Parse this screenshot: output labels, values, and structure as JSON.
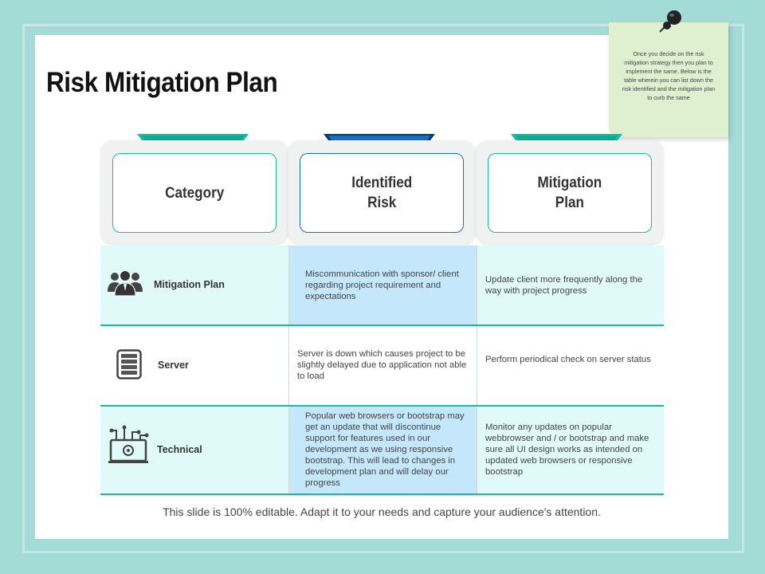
{
  "title": "Risk Mitigation Plan",
  "note": "Once you decide on the risk mitigation strategy then you plan to implement the same. Below is the table wherein you can list down the risk identified and the mitigation plan to curb the same",
  "headers": {
    "category": "Category",
    "risk_line1": "Identified",
    "risk_line2": "Risk",
    "plan_line1": "Mitigation",
    "plan_line2": "Plan"
  },
  "rows": [
    {
      "category": "Mitigation Plan",
      "icon": "people-icon",
      "risk": "Miscommunication with sponsor/ client regarding project requirement and expectations",
      "plan": "Update client more frequently along the way with project progress"
    },
    {
      "category": "Server",
      "icon": "server-icon",
      "risk": "Server is down which causes project to be slightly delayed due to application not able to load",
      "plan": "Perform periodical check on server status"
    },
    {
      "category": "Technical",
      "icon": "circuit-icon",
      "risk": "Popular web browsers or bootstrap may get an update that will discontinue support for features used in our development as we using responsive bootstrap. This will lead to changes in development plan and will delay our progress",
      "plan": "Monitor any updates on popular webbrowser and / or bootstrap and make sure all UI design works as intended on updated web browsers or responsive bootstrap"
    }
  ],
  "footer": "This slide is 100% editable. Adapt it to your needs and capture your audience's attention.",
  "colors": {
    "background": "#a3dbd6",
    "teal": "#1fb89e",
    "blue": "#1a6fb8",
    "row_tint": "#e0fafa",
    "risk_highlight": "#c5e7fb",
    "note": "#dff0d0"
  }
}
